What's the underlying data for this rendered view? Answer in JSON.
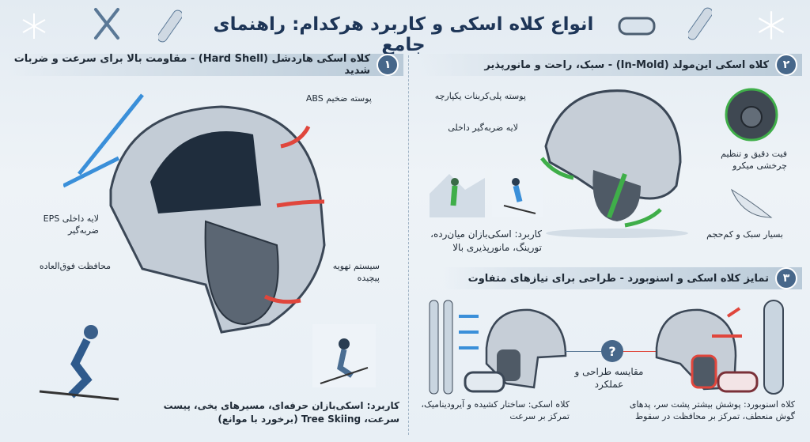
{
  "title": "انواع کلاه اسکی و کاربرد هرکدام: راهنمای جامع",
  "sections": [
    {
      "number": "۱",
      "heading": "کلاه اسکی هاردشل (Hard Shell) - مقاومت بالا برای سرعت و ضربات شدید",
      "labels": {
        "shell": "پوسته ضخیم ABS",
        "eps": "لایه داخلی EPS ضربه‌گیر",
        "protection": "محافظت فوق‌العاده",
        "ventilation": "سیستم تهویه پیچیده"
      },
      "usage": "کاربرد: اسکی‌بازان حرفه‌ای، مسیرهای یخی، پیست سرعت، Tree Skiing (برخورد با موانع)",
      "accent": "#3a8fd9"
    },
    {
      "number": "۲",
      "heading": "کلاه اسکی این‌مولد (In-Mold) - سبک، راحت و مانورپذیر",
      "labels": {
        "shell": "پوسته پلی‌کربنات یکپارچه",
        "liner": "لایه ضربه‌گیر داخلی",
        "fit": "فیت دقیق و تنظیم چرخشی میکرو",
        "light": "بسیار سبک و کم‌حجم"
      },
      "usage": "کاربرد: اسکی‌بازان میان‌رده، تورینگ، مانورپذیری بالا",
      "accent": "#3fae49"
    },
    {
      "number": "۳",
      "heading": "تمایز کلاه اسکی و اسنوبورد - طراحی برای نیازهای متفاوت",
      "compare": "مقایسه طراحی و عملکرد",
      "ski": "کلاه اسکی: ساختار کشیده و آیرودینامیک، تمرکز بر سرعت",
      "snowboard": "کلاه اسنوبورد: پوشش بیشتر پشت سر، پدهای گوش منعطف، تمرکز بر محافظت در سقوط",
      "ski_accent": "#3a8fd9",
      "snowboard_accent": "#e0463c"
    }
  ]
}
